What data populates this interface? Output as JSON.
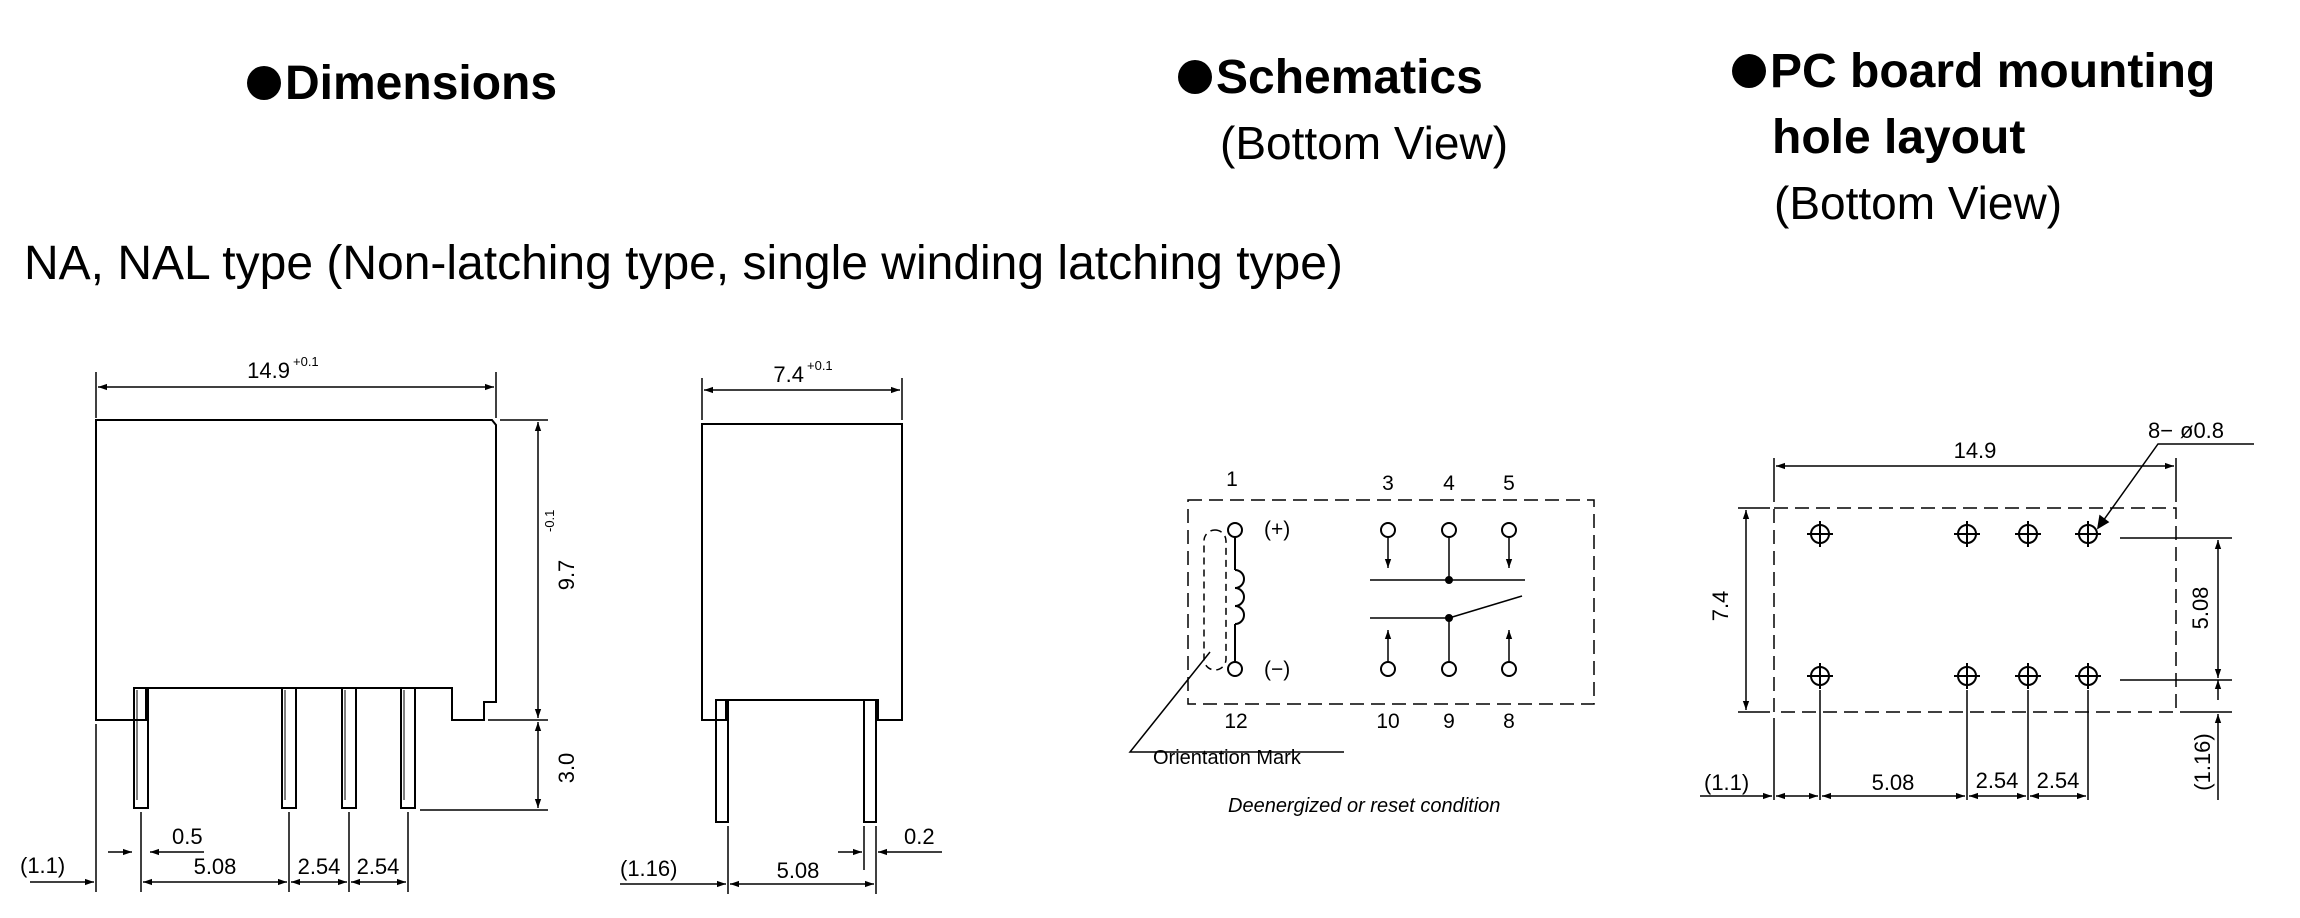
{
  "headings": {
    "dimensions": "Dimensions",
    "schematics": "Schematics",
    "schematics_view": "(Bottom View)",
    "pcb_line1": "PC  board  mounting",
    "pcb_line2": "hole layout",
    "pcb_view": "(Bottom View)"
  },
  "type_title": "NA, NAL type (Non-latching type, single winding latching type)",
  "front_view": {
    "width_main": "14.9",
    "width_tol": "+0.1",
    "height_main": "9.7",
    "height_tol": "-0.1",
    "pin_length": "3.0",
    "pin_width": "0.5",
    "offset": "(1.1)",
    "pitch1": "5.08",
    "pitch2": "2.54",
    "pitch3": "2.54"
  },
  "side_view": {
    "width_main": "7.4",
    "width_tol": "+0.1",
    "pin_thickness": "0.2",
    "offset": "(1.16)",
    "pitch": "5.08"
  },
  "schematic": {
    "top_pins": [
      "1",
      "3",
      "4",
      "5"
    ],
    "bottom_pins": [
      "12",
      "10",
      "9",
      "8"
    ],
    "plus": "(+)",
    "minus": "(−)",
    "orientation_mark": "Orientation Mark",
    "condition": "Deenergized or reset condition"
  },
  "pcb_layout": {
    "holes": "8−",
    "hole_dia": "ø0.8",
    "width": "14.9",
    "height": "7.4",
    "row_pitch": "5.08",
    "right_offset": "(1.16)",
    "left_offset": "(1.1)",
    "pitch1": "5.08",
    "pitch2": "2.54",
    "pitch3": "2.54"
  }
}
